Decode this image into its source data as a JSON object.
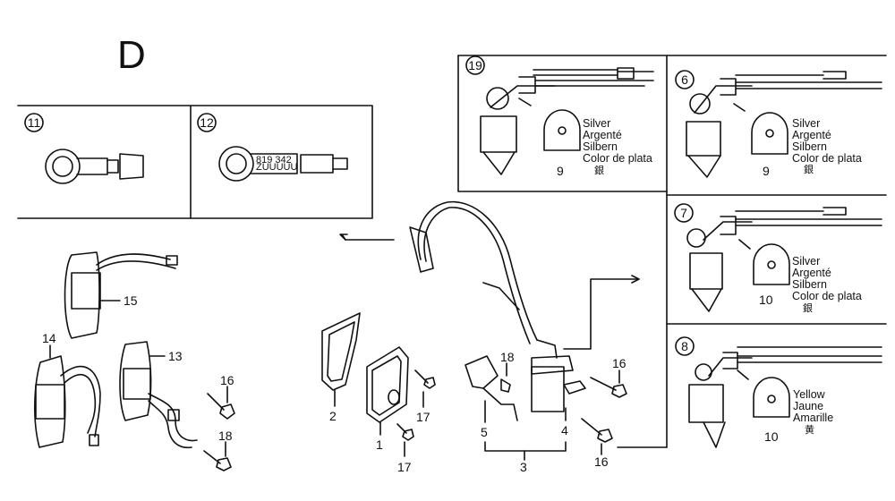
{
  "section_letter": "D",
  "insets": [
    {
      "id": "11"
    },
    {
      "id": "12",
      "cap_marking": [
        "819 342",
        "ZUUUUU"
      ]
    },
    {
      "id": "19",
      "part": "9",
      "color_label": [
        "Silver",
        "Argenté",
        "Silbern",
        "Color de plata",
        "銀"
      ]
    },
    {
      "id": "6",
      "part": "9",
      "color_label": [
        "Silver",
        "Argenté",
        "Silbern",
        "Color de plata",
        "銀"
      ]
    },
    {
      "id": "7",
      "part": "10",
      "color_label": [
        "Silver",
        "Argenté",
        "Silbern",
        "Color de plata",
        "銀"
      ]
    },
    {
      "id": "8",
      "part": "10",
      "color_label": [
        "Yellow",
        "Jaune",
        "Amarille",
        "黄"
      ]
    }
  ],
  "callouts": {
    "c15": "15",
    "c14": "14",
    "c13": "13",
    "c16a": "16",
    "c18a": "18",
    "c2": "2",
    "c1": "1",
    "c17a": "17",
    "c17b": "17",
    "c18b": "18",
    "c5": "5",
    "c3": "3",
    "c4": "4",
    "c16b": "16",
    "c16c": "16"
  }
}
